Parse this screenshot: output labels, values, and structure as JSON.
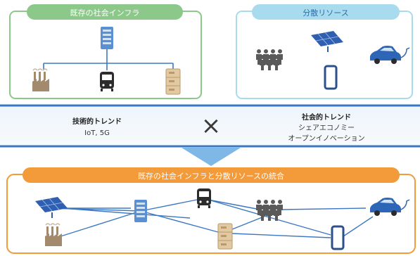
{
  "left_panel": {
    "title": "既存の社会インフラ"
  },
  "right_panel": {
    "title": "分散リソース"
  },
  "trends": {
    "technical": {
      "title": "技術的トレンド",
      "detail": "IoT, 5G"
    },
    "social": {
      "title": "社会的トレンド",
      "line1": "シェアエコノミー",
      "line2": "オープンイノベーション"
    },
    "operator": "×"
  },
  "bottom_panel": {
    "title": "既存の社会インフラと分散リソースの統合"
  },
  "colors": {
    "green": "#8cc88a",
    "light_blue": "#a9dbef",
    "orange": "#f39a3a",
    "blue": "#3b78c2",
    "pale_blue": "#cfe6f5",
    "arrow": "#7fb7e6"
  },
  "icons": {
    "left": [
      "server-building-icon",
      "factory-icon",
      "train-icon",
      "storage-icon"
    ],
    "right": [
      "people-group-icon",
      "solar-panel-icon",
      "smartphone-icon",
      "electric-car-icon"
    ],
    "bottom": [
      "solar-panel-icon",
      "factory-icon",
      "server-building-icon",
      "train-icon",
      "storage-icon",
      "people-group-icon",
      "smartphone-icon",
      "electric-car-icon"
    ]
  }
}
